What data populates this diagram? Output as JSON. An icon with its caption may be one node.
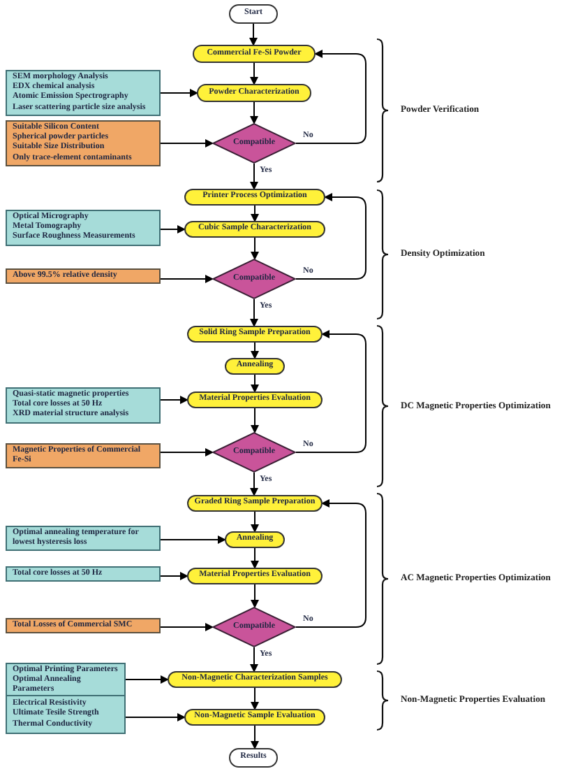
{
  "diagram": {
    "nodes": [
      {
        "text": [
          "Start"
        ]
      },
      {
        "text": [
          "Commercial Fe-Si Powder"
        ]
      },
      {
        "text": [
          "SEM morphology Analysis",
          "EDX chemical analysis",
          "Atomic Emission Spectrography",
          "Laser scattering particle size analysis"
        ]
      },
      {
        "text": [
          "Powder Characterization"
        ]
      },
      {
        "text": [
          "Suitable Silicon Content",
          "Spherical powder particles",
          "Suitable Size Distribution",
          "Only trace-element contaminants"
        ]
      },
      {
        "text": [
          "Compatible"
        ]
      },
      {
        "text": [
          "Printer Process Optimization"
        ]
      },
      {
        "text": [
          "Optical Micrography",
          "Metal Tomography",
          "Surface Roughness Measurements"
        ]
      },
      {
        "text": [
          "Cubic Sample Characterization"
        ]
      },
      {
        "text": [
          "Above 99.5% relative density"
        ]
      },
      {
        "text": [
          "Compatible"
        ]
      },
      {
        "text": [
          "Solid Ring Sample Preparation"
        ]
      },
      {
        "text": [
          "Annealing"
        ]
      },
      {
        "text": [
          "Quasi-static magnetic properties",
          "Total core losses at 50 Hz",
          "XRD material structure analysis"
        ]
      },
      {
        "text": [
          "Material Properties Evaluation"
        ]
      },
      {
        "text": [
          "Magnetic Properties of Commercial Fe-Si"
        ]
      },
      {
        "text": [
          "Compatible"
        ]
      },
      {
        "text": [
          "Graded Ring Sample Preparation"
        ]
      },
      {
        "text": [
          "Optimal annealing temperature for lowest hysteresis loss"
        ]
      },
      {
        "text": [
          "Annealing"
        ]
      },
      {
        "text": [
          "Total core losses at 50 Hz"
        ]
      },
      {
        "text": [
          "Material Properties Evaluation"
        ]
      },
      {
        "text": [
          "Total Losses of Commercial SMC"
        ]
      },
      {
        "text": [
          "Compatible"
        ]
      },
      {
        "text": [
          "Optimal Printing Parameters",
          "Optimal Annealing Parameters"
        ]
      },
      {
        "text": [
          "Non-Magnetic Characterization Samples"
        ]
      },
      {
        "text": [
          "Electrical Resistivity",
          "Ultimate Tesile Strength",
          "Thermal Conductivity"
        ]
      },
      {
        "text": [
          "Non-Magnetic Sample Evaluation"
        ]
      },
      {
        "text": [
          "Results"
        ]
      }
    ],
    "edges": [
      {
        "from": 0,
        "to": 1,
        "arrow": "to"
      },
      {
        "from": 1,
        "to": 3,
        "arrow": "to"
      },
      {
        "from": 2,
        "to": 3,
        "arrow": "to"
      },
      {
        "from": 3,
        "to": 5,
        "arrow": "to"
      },
      {
        "from": 4,
        "to": 5,
        "arrow": "to"
      },
      {
        "from": 5,
        "to": 1,
        "arrow": "to",
        "label": "No"
      },
      {
        "from": 5,
        "to": 6,
        "arrow": "to",
        "label": "Yes"
      },
      {
        "from": 6,
        "to": 8,
        "arrow": "to"
      },
      {
        "from": 7,
        "to": 8,
        "arrow": "to"
      },
      {
        "from": 8,
        "to": 10,
        "arrow": "to"
      },
      {
        "from": 9,
        "to": 10,
        "arrow": "to"
      },
      {
        "from": 10,
        "to": 6,
        "arrow": "to",
        "label": "No"
      },
      {
        "from": 10,
        "to": 11,
        "arrow": "to",
        "label": "Yes"
      },
      {
        "from": 11,
        "to": 12,
        "arrow": "to"
      },
      {
        "from": 12,
        "to": 14,
        "arrow": "to"
      },
      {
        "from": 13,
        "to": 14,
        "arrow": "to"
      },
      {
        "from": 14,
        "to": 16,
        "arrow": "to"
      },
      {
        "from": 15,
        "to": 16,
        "arrow": "to"
      },
      {
        "from": 16,
        "to": 11,
        "arrow": "to",
        "label": "No"
      },
      {
        "from": 16,
        "to": 17,
        "arrow": "to",
        "label": "Yes"
      },
      {
        "from": 17,
        "to": 19,
        "arrow": "to"
      },
      {
        "from": 18,
        "to": 19,
        "arrow": "to"
      },
      {
        "from": 19,
        "to": 21,
        "arrow": "to"
      },
      {
        "from": 20,
        "to": 21,
        "arrow": "to"
      },
      {
        "from": 21,
        "to": 23,
        "arrow": "to"
      },
      {
        "from": 22,
        "to": 23,
        "arrow": "to"
      },
      {
        "from": 23,
        "to": 17,
        "arrow": "to",
        "label": "No"
      },
      {
        "from": 23,
        "to": 25,
        "arrow": "to",
        "label": "Yes"
      },
      {
        "from": 24,
        "to": 25,
        "arrow": "to"
      },
      {
        "from": 25,
        "to": 27,
        "arrow": "to"
      },
      {
        "from": 26,
        "to": 27,
        "arrow": "to"
      },
      {
        "from": 27,
        "to": 28,
        "arrow": "to"
      }
    ],
    "labels": [
      "Powder Verification",
      "Density Optimization",
      "DC Magnetic Properties Optimization",
      "AC Magnetic Properties Optimization",
      "Non-Magnetic Properties Evaluation"
    ]
  }
}
